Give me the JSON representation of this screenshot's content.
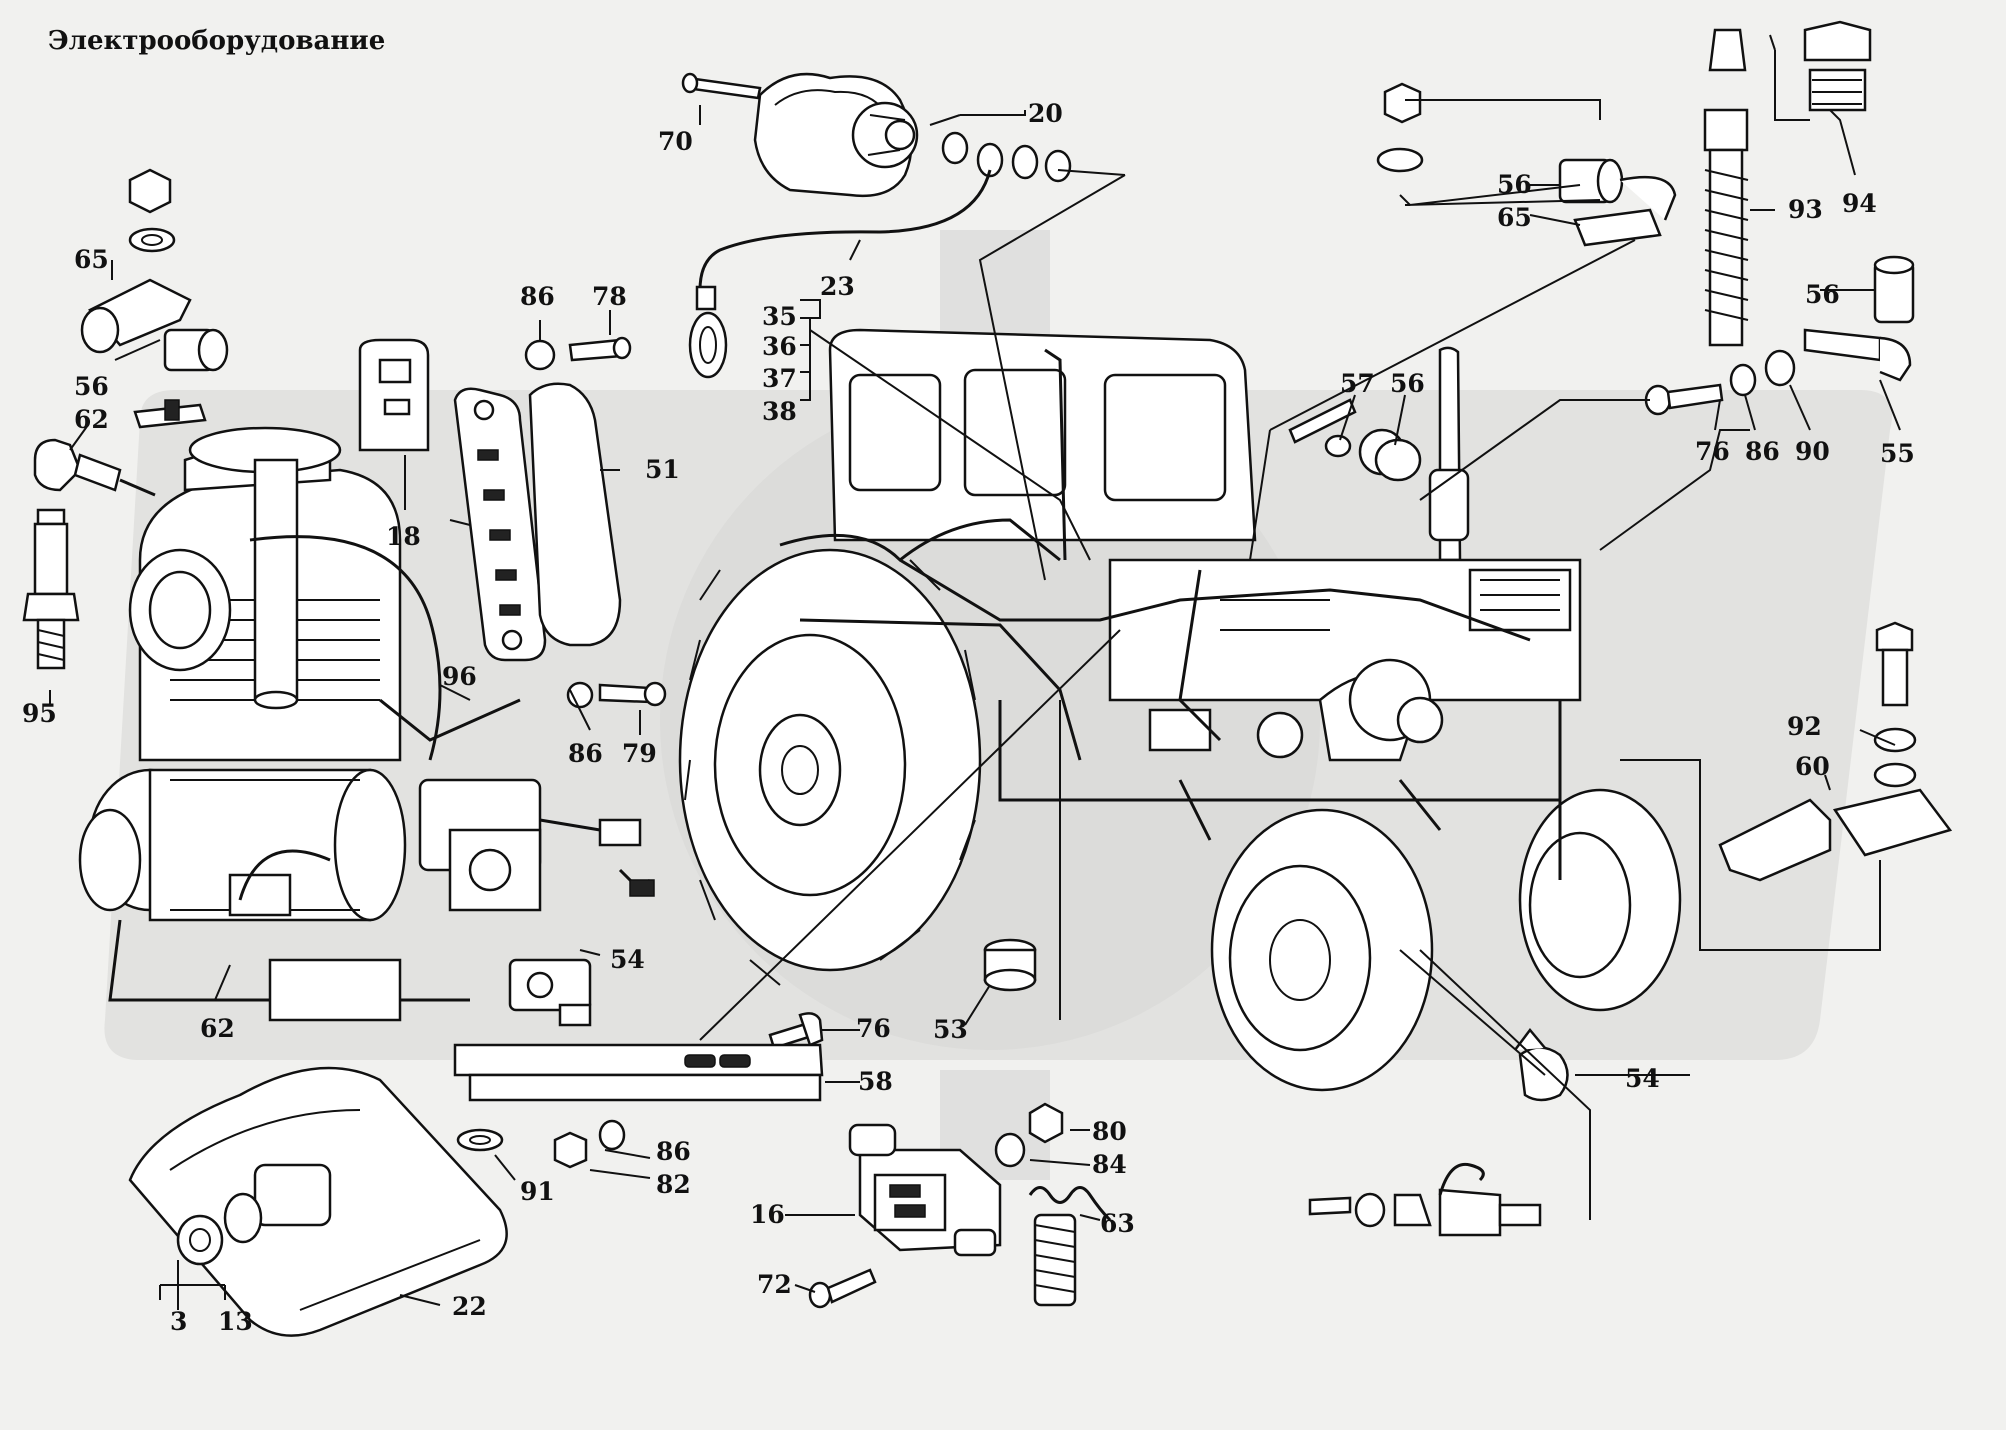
{
  "title": "Электрооборудование",
  "callouts": {
    "c70": "70",
    "c20": "20",
    "c23": "23",
    "c35": "35",
    "c36": "36",
    "c37": "37",
    "c38": "38",
    "c65a": "65",
    "c56a": "56",
    "c62a": "62",
    "c95": "95",
    "c18": "18",
    "c86a": "86",
    "c78": "78",
    "c51": "51",
    "c96": "96",
    "c86b": "86",
    "c79": "79",
    "c62b": "62",
    "c54a": "54",
    "c56b": "56",
    "c65b": "65",
    "c93": "93",
    "c94": "94",
    "c56c": "56",
    "c55": "55",
    "c57": "57",
    "c56d": "56",
    "c76a": "76",
    "c86c": "86",
    "c90": "90",
    "c92": "92",
    "c60": "60",
    "c53": "53",
    "c76b": "76",
    "c58": "58",
    "c54b": "54",
    "c86d": "86",
    "c82": "82",
    "c91": "91",
    "c80": "80",
    "c84": "84",
    "c63": "63",
    "c16": "16",
    "c72": "72",
    "c3": "3",
    "c13": "13",
    "c22": "22"
  }
}
